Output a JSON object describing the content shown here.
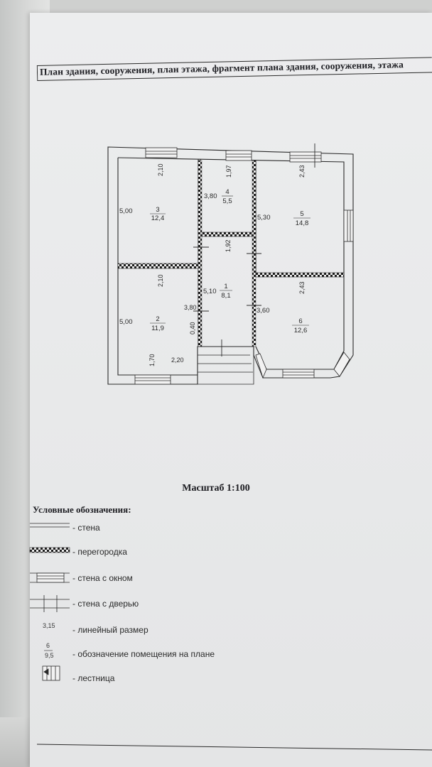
{
  "header": {
    "text": "План здания, сооружения, план этажа, фрагмент плана здания, сооружения, этажа"
  },
  "plan": {
    "rooms": [
      {
        "number": "1",
        "area": "8,1",
        "dimension": "5,10"
      },
      {
        "number": "2",
        "area": "11,9",
        "dimension": "5,00"
      },
      {
        "number": "3",
        "area": "12,4",
        "dimension": "5,00"
      },
      {
        "number": "4",
        "area": "5,5",
        "dimension": "3,80"
      },
      {
        "number": "5",
        "area": "14,8",
        "dimension": "5,30"
      },
      {
        "number": "6",
        "area": "12,6",
        "dimension": "3,60"
      }
    ],
    "dimensions": {
      "room3_width": "2,10",
      "room2_width": "2,10",
      "room4_width": "1,97",
      "room1_width": "1,92",
      "room5_width": "2,43",
      "room6_width": "2,43",
      "room2_side": "3,80",
      "corridor_step": "0,40",
      "entrance_a": "1,70",
      "entrance_b": "2,20"
    }
  },
  "scale": "Масштаб 1:100",
  "legend": {
    "title": "Условные обозначения:",
    "items": [
      {
        "symbol": "wall",
        "label": "- стена"
      },
      {
        "symbol": "partition",
        "label": "- перегородка"
      },
      {
        "symbol": "wall-window",
        "label": "- стена с окном"
      },
      {
        "symbol": "wall-door",
        "label": "- стена с дверью"
      },
      {
        "symbol": "linear-dimension",
        "label": "- линейный размер",
        "sample": "3,15"
      },
      {
        "symbol": "room-designation",
        "label": "- обозначение помещения на плане",
        "sample_number": "6",
        "sample_area": "9,5"
      },
      {
        "symbol": "stairs",
        "label": "- лестница"
      }
    ]
  }
}
